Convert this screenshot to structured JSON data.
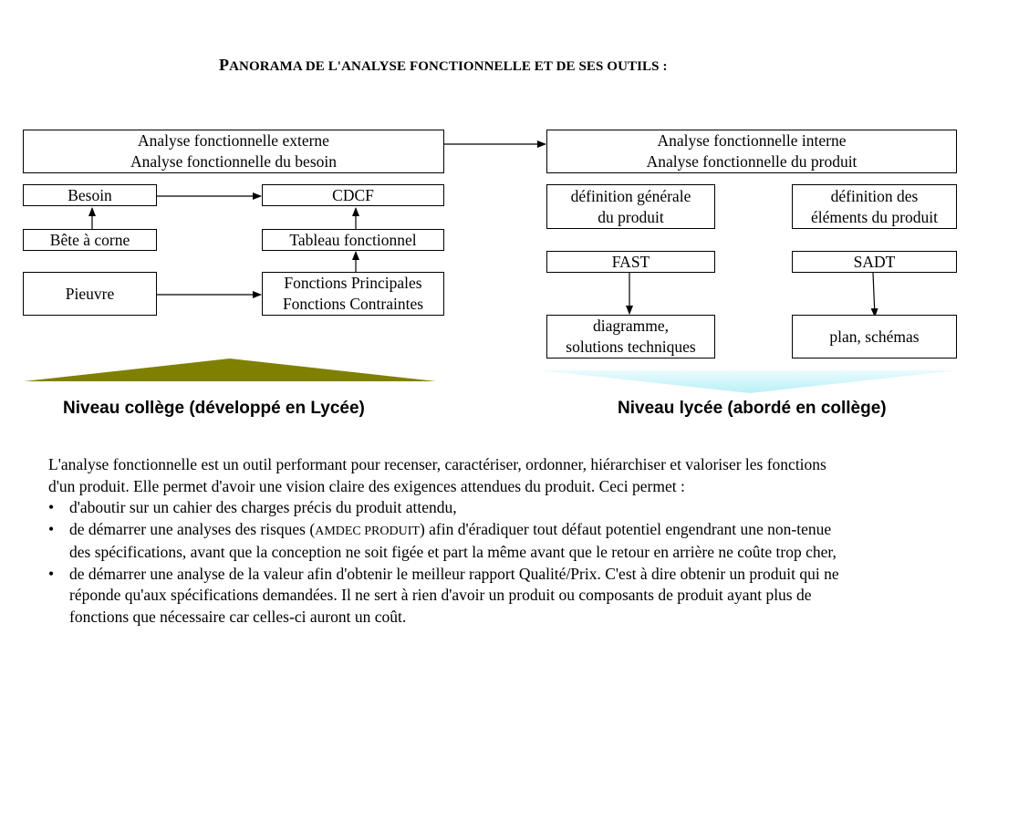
{
  "title": {
    "part1_cap": "P",
    "part1": "ANORAMA DE L'",
    "part2_cap": "",
    "part2": "ANALYSE FONCTIONNELLE ET DE SES OUTILS :"
  },
  "diagram": {
    "left": {
      "header_line1": "Analyse fonctionnelle externe",
      "header_line2": "Analyse fonctionnelle du besoin",
      "besoin": "Besoin",
      "bete_a_corne": "Bête à corne",
      "pieuvre": "Pieuvre",
      "cdcf": "CDCF",
      "tableau_fonctionnel": "Tableau fonctionnel",
      "fonctions_principales": "Fonctions Principales",
      "fonctions_contraintes": "Fonctions Contraintes",
      "level_label": "Niveau collège (développé en Lycée)",
      "wedge_color": "#808000"
    },
    "right": {
      "header_line1": "Analyse fonctionnelle interne",
      "header_line2": "Analyse fonctionnelle du produit",
      "definition_generale_line1": "définition générale",
      "definition_generale_line2": "du produit",
      "definition_elements_line1": "définition des",
      "definition_elements_line2": "éléments du produit",
      "fast": "FAST",
      "sadt": "SADT",
      "diagramme_line1": "diagramme,",
      "diagramme_line2": "solutions techniques",
      "plan_schemas": "plan, schémas",
      "level_label": "Niveau lycée (abordé en collège)",
      "wedge_color": "#ccf5fa"
    }
  },
  "body": {
    "intro_line1": "L'analyse fonctionnelle est un outil performant pour recenser, caractériser, ordonner, hiérarchiser et valoriser les fonctions",
    "intro_line2": "d'un produit. Elle permet d'avoir une vision claire des exigences attendues du produit. Ceci permet :",
    "bullet_symbol": "•",
    "bullet1": "d'aboutir sur un cahier des charges précis du produit attendu,",
    "bullet2_before": "de démarrer une analyses des risques (",
    "bullet2_amdec": "AMDEC PRODUIT",
    "bullet2_after_line1": ") afin d'éradiquer tout défaut potentiel engendrant une non-tenue",
    "bullet2_line2": "des spécifications, avant que la conception ne soit figée et part la même avant que le retour en arrière ne coûte trop cher,",
    "bullet3_line1": "de démarrer une analyse de la valeur afin d'obtenir le meilleur rapport Qualité/Prix. C'est à dire obtenir un produit qui ne",
    "bullet3_line2": "réponde qu'aux spécifications demandées. Il ne sert à rien d'avoir un produit ou composants de produit ayant plus de",
    "bullet3_line3": "fonctions que nécessaire car celles-ci auront un coût."
  }
}
